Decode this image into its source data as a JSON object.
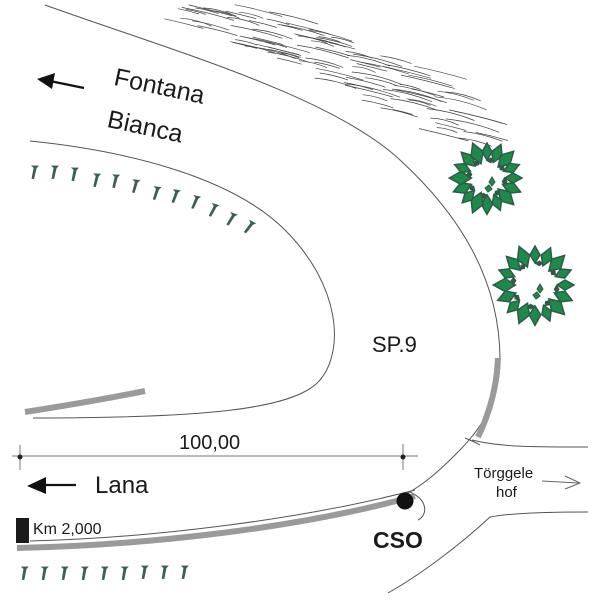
{
  "map": {
    "road_label": "SP.9",
    "destinations": [
      {
        "id": "fontana-bianca",
        "lines": [
          "Fontana",
          "Bianca"
        ],
        "direction": "left"
      },
      {
        "id": "lana",
        "lines": [
          "Lana"
        ],
        "direction": "left"
      },
      {
        "id": "torggelehof",
        "lines": [
          "Törggele",
          "hof"
        ],
        "direction": "right"
      }
    ],
    "dimension_label": "100,00",
    "km_marker_label": "Km 2,000",
    "cso_label": "CSO",
    "symbols": {
      "tree-icon": "tree canopy",
      "slope-tick-icon": "embankment/slope marks",
      "rock-hatch": "rock/scree hatching"
    },
    "colors": {
      "tree_fill": "#1e8a4a",
      "tree_outline": "#2f5a48",
      "slope_mark": "#3d5e55",
      "pipeline_grey": "#9a9a9a",
      "line": "#555555",
      "text": "#1a1a1a"
    }
  }
}
